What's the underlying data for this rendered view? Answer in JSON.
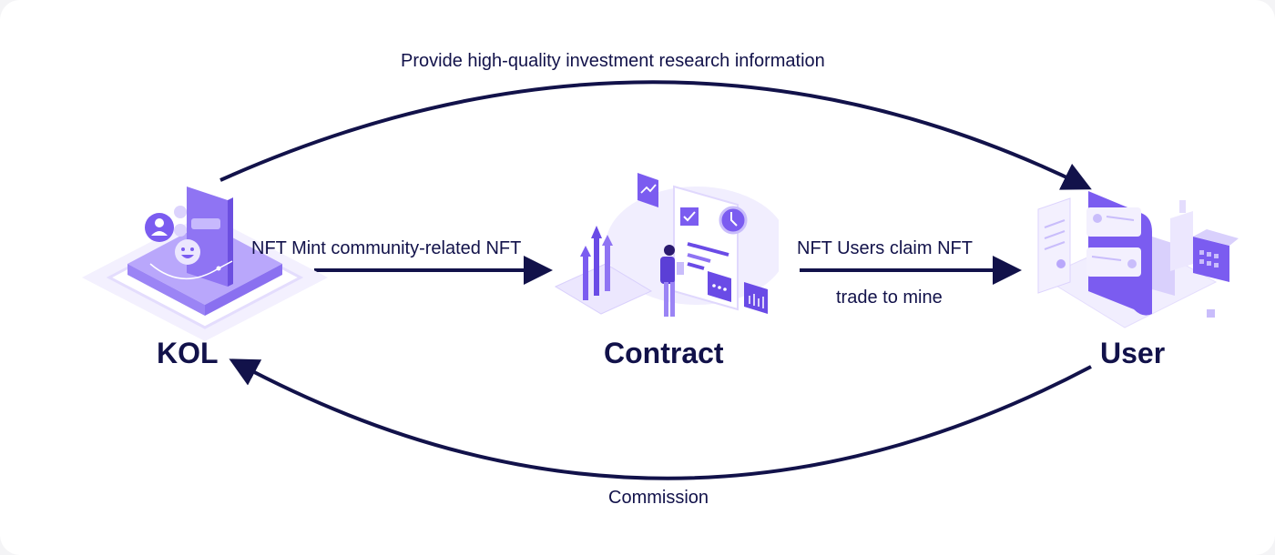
{
  "nodes": {
    "kol": "KOL",
    "contract": "Contract",
    "user": "User"
  },
  "flows": {
    "top_arc": "Provide high-quality investment research information",
    "kol_to_contract": "NFT Mint community-related NFT",
    "contract_to_user_top": "NFT Users claim NFT",
    "contract_to_user_bottom": "trade to mine",
    "bottom_arc": "Commission"
  },
  "colors": {
    "ink": "#12124a",
    "purple": "#7b5cf0",
    "purple_dark": "#5b3fd6",
    "purple_light": "#c9bdfb",
    "purple_pale": "#ece7fe"
  },
  "icons": {
    "kol": "phone-with-avatars-illustration",
    "contract": "contract-document-illustration",
    "user": "user-chat-buildings-illustration"
  }
}
